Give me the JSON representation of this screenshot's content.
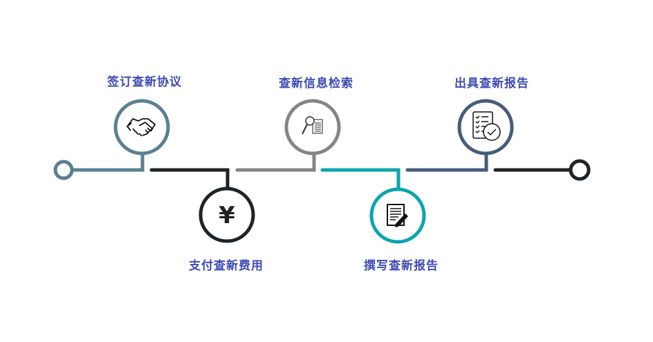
{
  "title": "查新流程",
  "steps": [
    {
      "label": "签订查新协议",
      "icon": "handshake-icon",
      "color": "#5a7f93"
    },
    {
      "label": "支付查新费用",
      "icon": "yen-icon",
      "color": "#1e2328",
      "glyph": "¥"
    },
    {
      "label": "查新信息检索",
      "icon": "magnifier-document-icon",
      "color": "#858585"
    },
    {
      "label": "撰写查新报告",
      "icon": "document-pencil-icon",
      "color": "#0aa5b0"
    },
    {
      "label": "出具查新报告",
      "icon": "checklist-icon",
      "color": "#465c7c"
    }
  ],
  "end_color": "#1e2328"
}
